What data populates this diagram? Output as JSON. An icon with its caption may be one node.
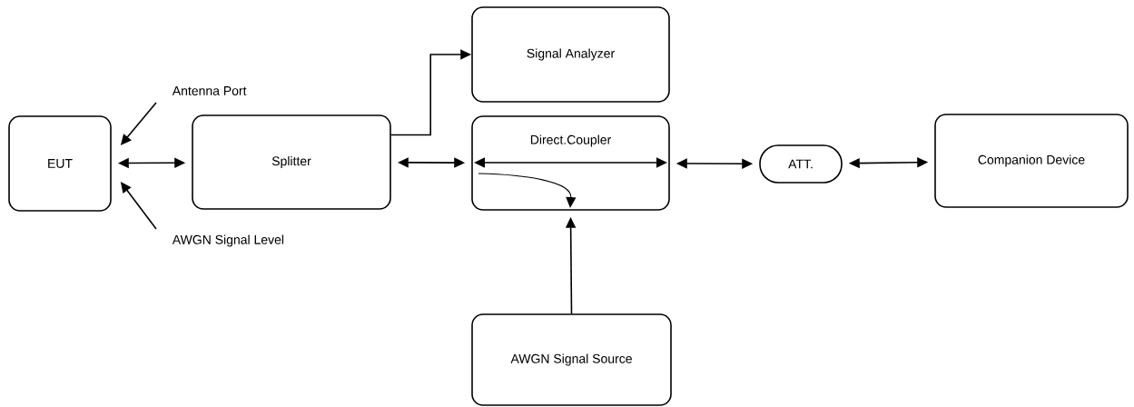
{
  "diagram": {
    "nodes": [
      {
        "text": [
          "EUT"
        ]
      },
      {
        "text": [
          "Splitter"
        ]
      },
      {
        "text": [
          "Signal Analyzer"
        ]
      },
      {
        "text": [
          "Direct.Coupler"
        ]
      },
      {
        "text": [
          "ATT."
        ]
      },
      {
        "text": [
          "Companion Device"
        ]
      },
      {
        "text": [
          "AWGN Signal Source"
        ]
      },
      {
        "text": [
          "Antenna Port"
        ]
      },
      {
        "text": [
          "AWGN Signal Level"
        ]
      }
    ],
    "edges": [
      {
        "from": 0,
        "to": 1,
        "arrow": "both"
      },
      {
        "from": 1,
        "to": 2,
        "arrow": "to"
      },
      {
        "from": 1,
        "to": 3,
        "arrow": "both"
      },
      {
        "from": 3,
        "to": 4,
        "arrow": "both"
      },
      {
        "from": 4,
        "to": 5,
        "arrow": "both"
      },
      {
        "from": 6,
        "to": 3,
        "arrow": "to"
      },
      {
        "from": 7,
        "to": 0,
        "arrow": "to"
      },
      {
        "from": 8,
        "to": 0,
        "arrow": "to"
      }
    ]
  }
}
